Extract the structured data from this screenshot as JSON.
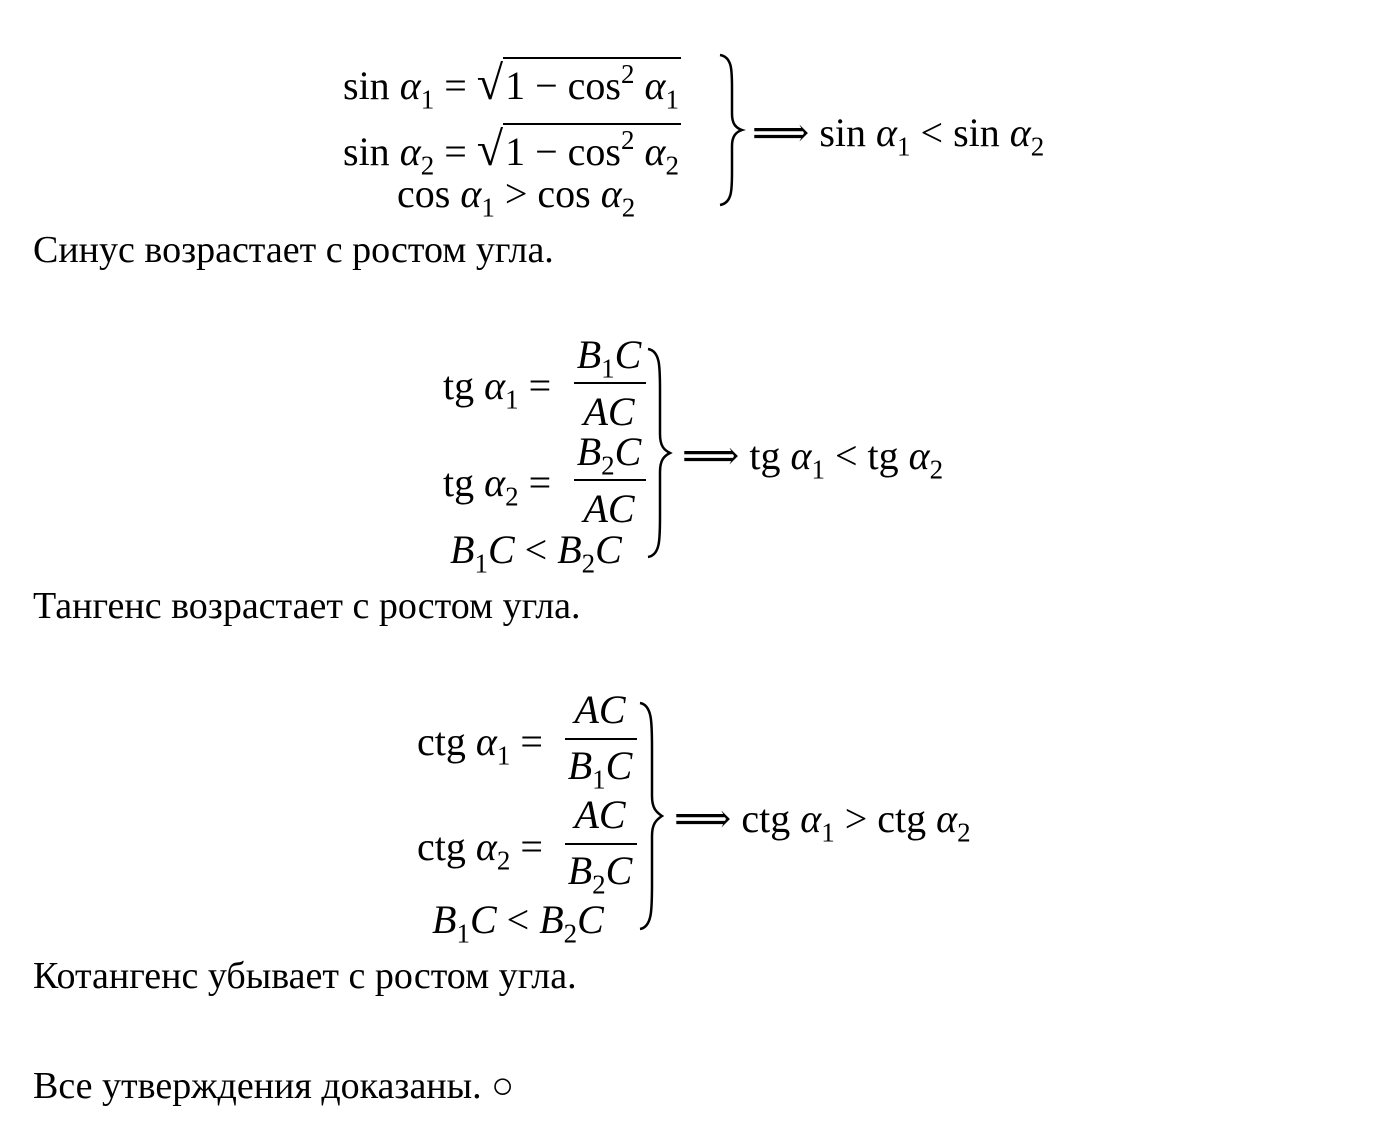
{
  "block_sin": {
    "eq1": {
      "fn": "sin",
      "var": "α",
      "sub": "1",
      "eq": "=",
      "one": "1",
      "minus": "−",
      "cos": "cos",
      "pow": "2",
      "rvar": "α",
      "rsub": "1"
    },
    "eq2": {
      "fn": "sin",
      "var": "α",
      "sub": "2",
      "eq": "=",
      "one": "1",
      "minus": "−",
      "cos": "cos",
      "pow": "2",
      "rvar": "α",
      "rsub": "2"
    },
    "eq3": {
      "lfn": "cos",
      "lvar": "α",
      "lsub": "1",
      "op": ">",
      "rfn": "cos",
      "rvar": "α",
      "rsub": "2"
    },
    "result": {
      "arrow": "⟹",
      "lfn": "sin",
      "lvar": "α",
      "lsub": "1",
      "op": "<",
      "rfn": "sin",
      "rvar": "α",
      "rsub": "2"
    },
    "conclusion": "Синус возрастает с ростом угла."
  },
  "block_tg": {
    "eq1": {
      "fn": "tg",
      "var": "α",
      "sub": "1",
      "eq": "=",
      "num_b": "B",
      "num_sub": "1",
      "num_c": "C",
      "den": "AC"
    },
    "eq2": {
      "fn": "tg",
      "var": "α",
      "sub": "2",
      "eq": "=",
      "num_b": "B",
      "num_sub": "2",
      "num_c": "C",
      "den": "AC"
    },
    "eq3": {
      "lb": "B",
      "lsub": "1",
      "lc": "C",
      "op": "<",
      "rb": "B",
      "rsub": "2",
      "rc": "C"
    },
    "result": {
      "arrow": "⟹",
      "lfn": "tg",
      "lvar": "α",
      "lsub": "1",
      "op": "<",
      "rfn": "tg",
      "rvar": "α",
      "rsub": "2"
    },
    "conclusion": "Тангенс возрастает с ростом угла."
  },
  "block_ctg": {
    "eq1": {
      "fn": "ctg",
      "var": "α",
      "sub": "1",
      "eq": "=",
      "num": "AC",
      "den_b": "B",
      "den_sub": "1",
      "den_c": "C"
    },
    "eq2": {
      "fn": "ctg",
      "var": "α",
      "sub": "2",
      "eq": "=",
      "num": "AC",
      "den_b": "B",
      "den_sub": "2",
      "den_c": "C"
    },
    "eq3": {
      "lb": "B",
      "lsub": "1",
      "lc": "C",
      "op": "<",
      "rb": "B",
      "rsub": "2",
      "rc": "C"
    },
    "result": {
      "arrow": "⟹",
      "lfn": "ctg",
      "lvar": "α",
      "lsub": "1",
      "op": ">",
      "rfn": "ctg",
      "rvar": "α",
      "rsub": "2"
    },
    "conclusion": "Котангенс убывает с ростом угла."
  },
  "final": {
    "text": "Все утверждения доказаны.",
    "mark": "○"
  }
}
